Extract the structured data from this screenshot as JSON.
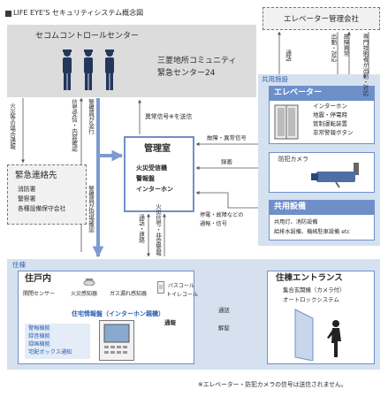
{
  "title": "LIFE EYE'S セキュリティシステム概念図",
  "colors": {
    "gray_box": "#dcdcdc",
    "blue_area": "#d6e1f0",
    "blue_header": "#6f8fc9",
    "blue_arrow": "#7d9bd0",
    "line": "#555555",
    "text_blue": "#2e62b0"
  },
  "secom": {
    "title": "セコムコントロールセンター",
    "community_line1": "三菱地所コミュニティ",
    "community_line2": "緊急センター24"
  },
  "elevator_company": {
    "title": "エレベーター管理会社"
  },
  "emergency_contacts": {
    "title": "緊急連絡先",
    "items": [
      "消防署",
      "警察署",
      "各種設備保守会社"
    ]
  },
  "shared_facilities": {
    "area_label": "共用施設",
    "elevator": {
      "title": "エレベーター",
      "items": [
        "インターホン",
        "地震・停電時",
        "管制運転装置",
        "非常警報ボタン"
      ]
    },
    "camera_label": "防犯カメラ",
    "equipment": {
      "title": "共用設備",
      "items": [
        "共用灯、消防設備",
        "給排水設備、機械駐車設備 etc"
      ]
    }
  },
  "management_office": {
    "title": "管理室",
    "items": [
      "火災受信機",
      "警報盤",
      "インターホン"
    ]
  },
  "residence_area": {
    "area_label": "住棟",
    "unit": {
      "title": "住戸内",
      "sensors": [
        "開閉センサー",
        "火災感知器",
        "ガス漏れ感知器",
        "バスコール",
        "トイレコール"
      ],
      "panel_title": "住宅情報盤（インターホン親機）",
      "report_label": "通報",
      "features": [
        "警報機能",
        "録音機能",
        "録画機能",
        "宅配ボックス通知"
      ]
    },
    "entrance": {
      "title": "住棟エントランス",
      "items": [
        "集合玄関機（カメラ付）",
        "オートロックシステム"
      ]
    }
  },
  "labels": {
    "fire_report": "火災等の場合通報",
    "signal_receive": "信号受信・内容確認",
    "guard_dispatch": "警備員が急行",
    "guard_onsite": "警備員が現場確認",
    "abnormal_signal_send": "異常信号※を送信",
    "call": "通話",
    "dispatch_response": "出動・対応",
    "failure_abnormal": "故障異常",
    "specialist_dispatch": "専門技術者が出動・対応",
    "fault_signal": "故障・異常信号",
    "recording": "録画",
    "outage_report": "停電・故障などの通報・信号",
    "call_contact": "通話・連絡",
    "fire_alarm": "火災信号・非常警報",
    "call2": "通話",
    "unlock": "解錠"
  },
  "footnote": "※エレベーター・防犯カメラの信号は送信されません。"
}
